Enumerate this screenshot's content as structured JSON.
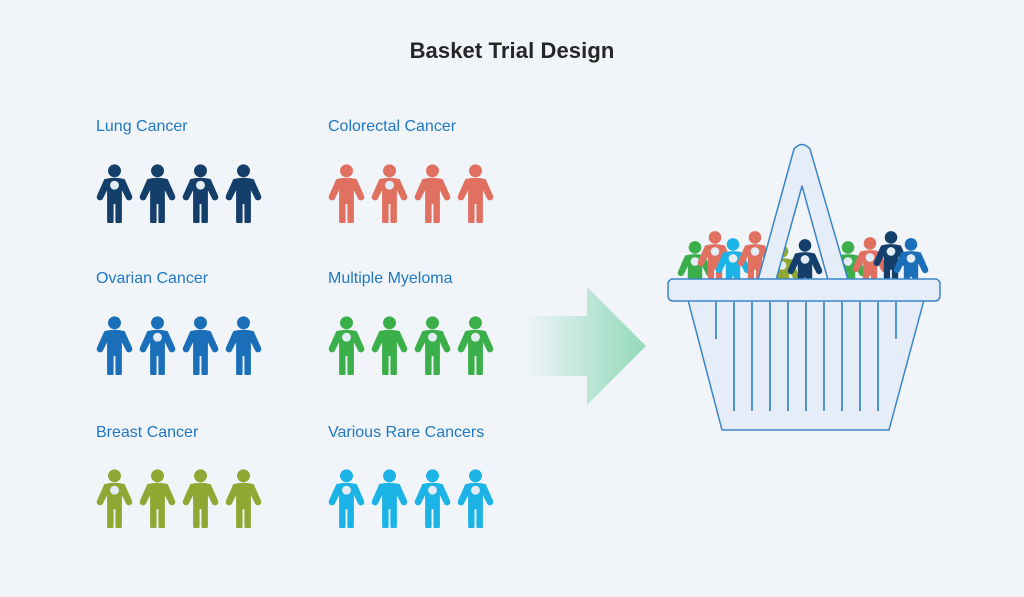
{
  "title": "Basket Trial Design",
  "groups": [
    {
      "label": "Lung Cancer",
      "color": "#143f6b",
      "people": 4,
      "marked": [
        0,
        2
      ]
    },
    {
      "label": "Colorectal Cancer",
      "color": "#e07060",
      "people": 4,
      "marked": [
        1
      ]
    },
    {
      "label": "Ovarian Cancer",
      "color": "#1a6fb8",
      "people": 4,
      "marked": [
        1
      ]
    },
    {
      "label": "Multiple Myeloma",
      "color": "#3bb04a",
      "people": 4,
      "marked": [
        0,
        2,
        3
      ]
    },
    {
      "label": "Breast Cancer",
      "color": "#8fa834",
      "people": 4,
      "marked": [
        0
      ]
    },
    {
      "label": "Various Rare Cancers",
      "color": "#1cb3e6",
      "people": 4,
      "marked": [
        0,
        2,
        3
      ]
    }
  ],
  "label_color": "#1f78c1",
  "marker_color": "#e3ecf5",
  "arrow": {
    "color": "#8fd8b8",
    "icon": "right-arrow-icon"
  },
  "basket": {
    "icon": "basket-icon",
    "fill": "#e5eef8",
    "stroke": "#3a85c9",
    "slat_color": "#2b7cc4",
    "contents": [
      "#3bb04a",
      "#e07060",
      "#1cb3e6",
      "#e07060",
      "#8fa834",
      "#143f6b",
      "#3bb04a",
      "#e07060",
      "#143f6b",
      "#1a6fb8"
    ]
  }
}
